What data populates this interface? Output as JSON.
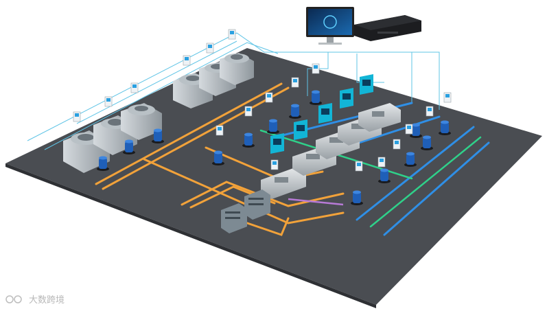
{
  "scene": {
    "colors": {
      "floor": "#4a4d52",
      "floor_edge": "#2e3034",
      "condenser_pipe": "#f2a23a",
      "chilled_pipe": "#2f8fe6",
      "green_pipe": "#2fd18a",
      "purple_pipe": "#b77ad6",
      "control_line": "#5fc4e6",
      "controller_screen": "#12b5d6",
      "pump": "#1f5fb8"
    },
    "components": [
      "cooling-tower",
      "chiller",
      "water-pump",
      "plate-heat-exchanger",
      "sensor-panel",
      "controller-cabinet",
      "monitor",
      "industrial-pc"
    ],
    "cooling_tower_count": 6,
    "chiller_count": 5,
    "pump_count": 14,
    "heat_exchanger_count": 2
  },
  "watermark": {
    "icon": "camera-icon",
    "text": "大数跨境"
  }
}
